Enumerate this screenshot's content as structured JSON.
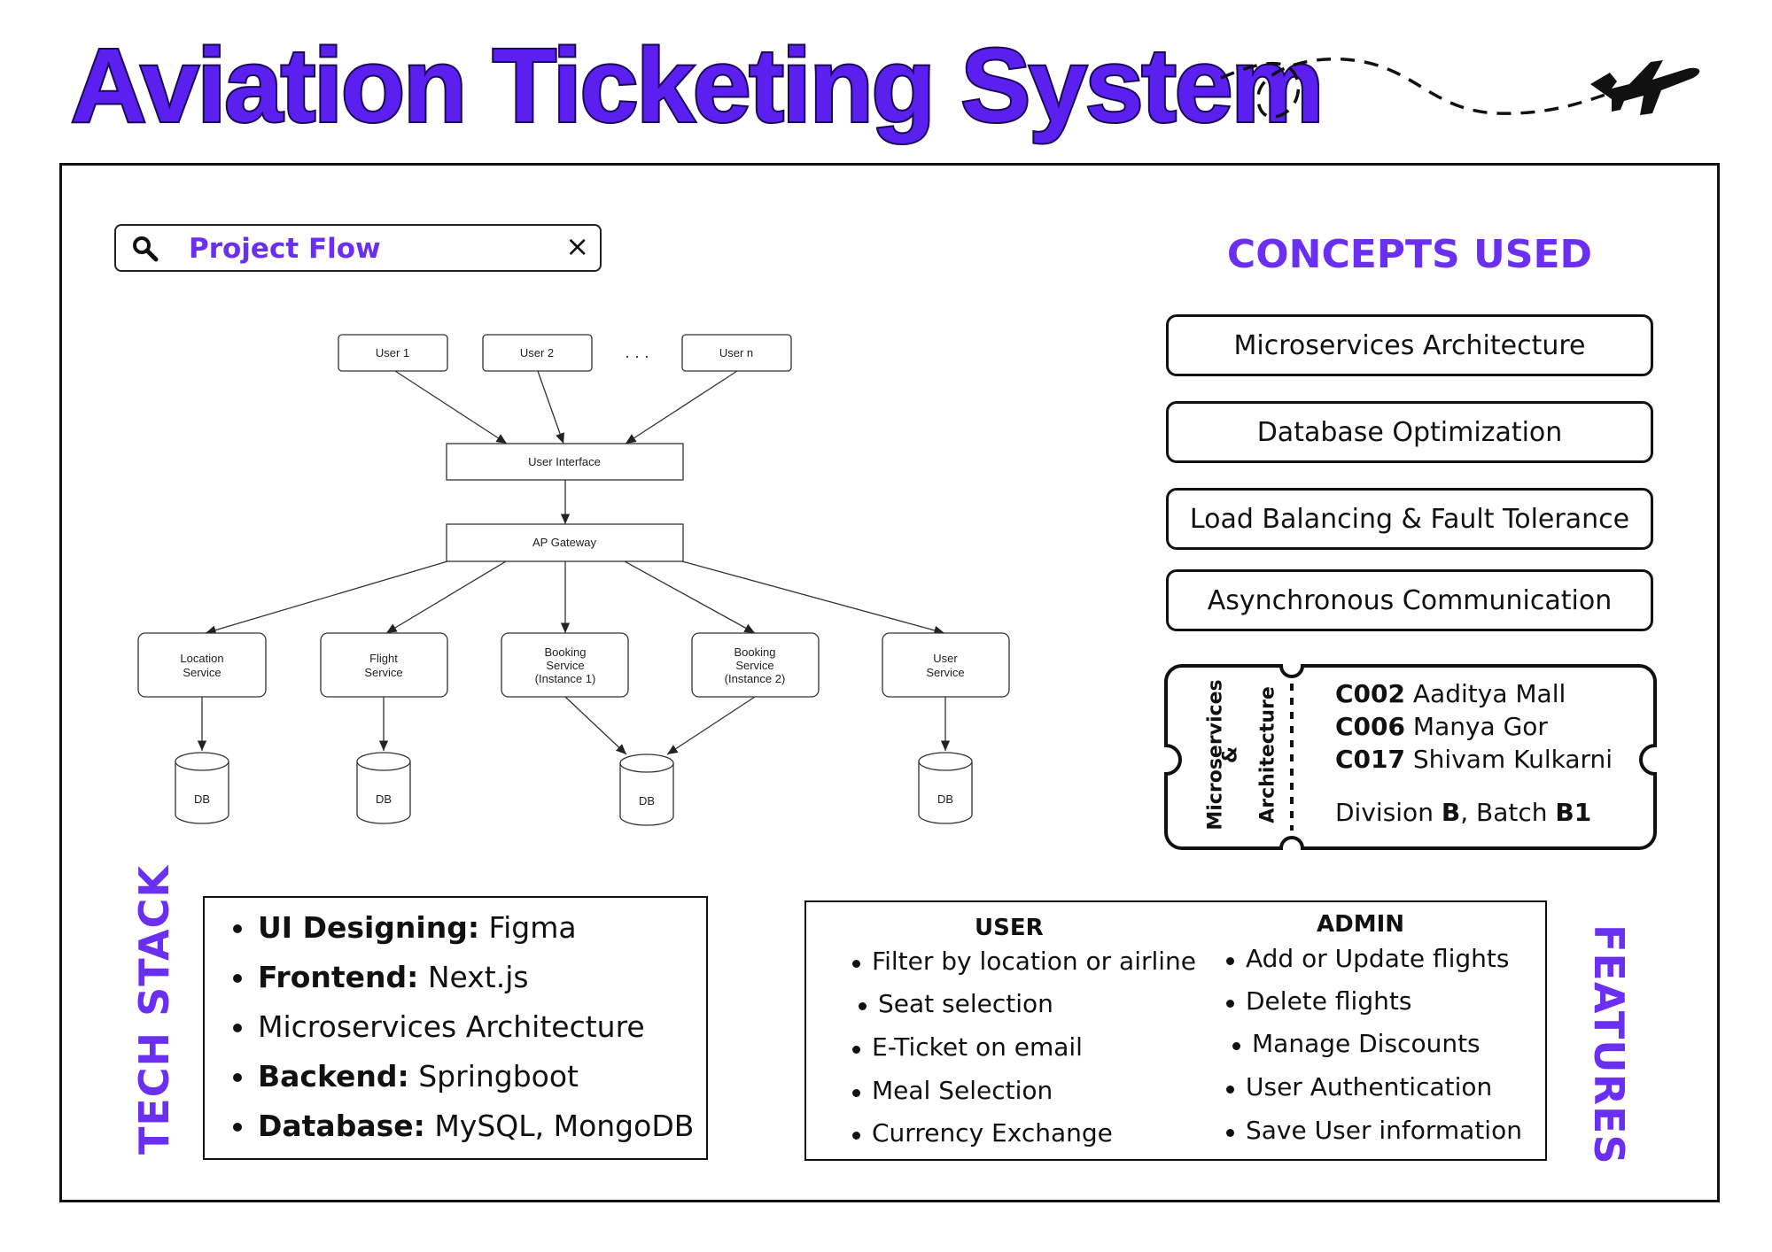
{
  "header": {
    "title": "Aviation Ticketing System"
  },
  "search": {
    "label": "Project Flow",
    "close": "×"
  },
  "diagram": {
    "users": [
      "User 1",
      "User 2",
      "User n"
    ],
    "ellipsis": "· · ·",
    "ui": "User Interface",
    "gateway": "AP Gateway",
    "services": [
      {
        "line1": "Location",
        "line2": "Service",
        "line3": ""
      },
      {
        "line1": "Flight",
        "line2": "Service",
        "line3": ""
      },
      {
        "line1": "Booking",
        "line2": "Service",
        "line3": "(Instance 1)"
      },
      {
        "line1": "Booking",
        "line2": "Service",
        "line3": "(Instance 2)"
      },
      {
        "line1": "User",
        "line2": "Service",
        "line3": ""
      }
    ],
    "db_label": "DB"
  },
  "concepts": {
    "title": "CONCEPTS USED",
    "items": [
      "Microservices Architecture",
      "Database Optimization",
      "Load Balancing & Fault Tolerance",
      "Asynchronous Communication"
    ]
  },
  "ticket": {
    "subject_line1": "Microservices",
    "subject_line2": "&",
    "subject_line3": "Architecture",
    "members": [
      {
        "id": "C002",
        "name": "Aaditya Mall"
      },
      {
        "id": "C006",
        "name": "Manya Gor"
      },
      {
        "id": "C017",
        "name": "Shivam Kulkarni"
      }
    ],
    "division_label": "Division",
    "division": "B",
    "batch_label": "Batch",
    "batch": "B1"
  },
  "tech_stack": {
    "title": "TECH STACK",
    "items": [
      {
        "key": "UI Designing:",
        "value": " Figma"
      },
      {
        "key": "Frontend:",
        "value": " Next.js"
      },
      {
        "key": "",
        "value": "Microservices Architecture"
      },
      {
        "key": "Backend:",
        "value": " Springboot"
      },
      {
        "key": "Database:",
        "value": " MySQL, MongoDB"
      }
    ]
  },
  "features": {
    "title": "FEATURES",
    "user_head": "USER",
    "admin_head": "ADMIN",
    "user_items": [
      "Filter by location or airline",
      "Seat selection",
      "E-Ticket on email",
      "Meal Selection",
      "Currency Exchange"
    ],
    "admin_items": [
      "Add or Update flights",
      "Delete flights",
      "Manage Discounts",
      "User Authentication",
      "Save User information"
    ]
  },
  "colors": {
    "accent": "#6a2ff0",
    "title_fill": "#5b1ff0",
    "ink": "#111111"
  }
}
